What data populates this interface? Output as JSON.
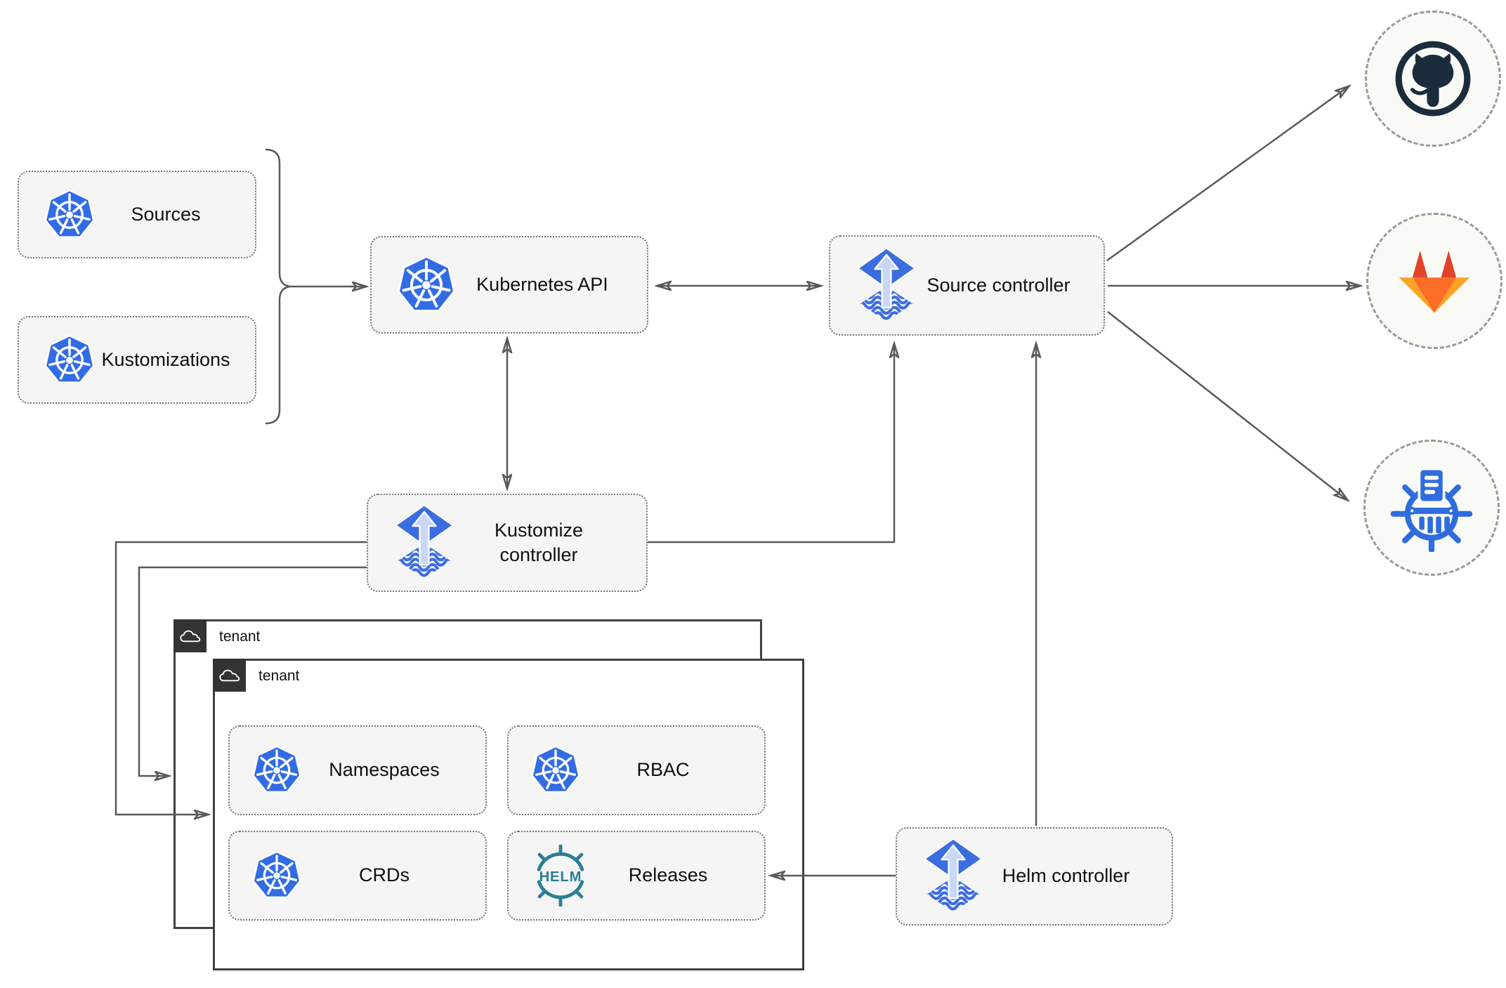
{
  "nodes": {
    "sources": {
      "label": "Sources",
      "icon": "kubernetes-icon"
    },
    "kustomizations": {
      "label": "Kustomizations",
      "icon": "kubernetes-icon"
    },
    "kubernetes_api": {
      "label": "Kubernetes API",
      "icon": "kubernetes-icon"
    },
    "source_controller": {
      "label": "Source controller",
      "icon": "flux-icon"
    },
    "kustomize_controller": {
      "label": "Kustomize controller",
      "icon": "flux-icon"
    },
    "helm_controller": {
      "label": "Helm controller",
      "icon": "flux-icon"
    },
    "namespaces": {
      "label": "Namespaces",
      "icon": "kubernetes-icon"
    },
    "rbac": {
      "label": "RBAC",
      "icon": "kubernetes-icon"
    },
    "crds": {
      "label": "CRDs",
      "icon": "kubernetes-icon"
    },
    "releases": {
      "label": "Releases",
      "icon": "helm-icon",
      "logo_text": "HELM"
    }
  },
  "tenants": {
    "back": {
      "label": "tenant",
      "icon": "cloud-icon"
    },
    "front": {
      "label": "tenant",
      "icon": "cloud-icon"
    }
  },
  "endpoints": {
    "github": {
      "icon": "github-icon"
    },
    "gitlab": {
      "icon": "gitlab-icon"
    },
    "chartmuseum": {
      "icon": "chartmuseum-icon"
    }
  },
  "colors": {
    "background": "#ffffff",
    "connector": "#595959",
    "node_fill": "#f5f5f5",
    "node_border": "#757575",
    "tenant_border": "#404040",
    "tenant_tab": "#333333",
    "kubernetes_blue": "#326ce5",
    "flux_blue": "#3b6de0",
    "flux_arrow_light": "#c9d8f7",
    "helm_teal": "#2a7e96",
    "github_dark": "#1b2d3d",
    "gitlab_red": "#e24329",
    "gitlab_orange": "#fc6d26",
    "gitlab_amber": "#fca326",
    "chartmuseum_blue": "#2f6ce0",
    "endpoint_circle_fill": "#f9f9f6",
    "endpoint_circle_border": "#9a9a9a"
  }
}
